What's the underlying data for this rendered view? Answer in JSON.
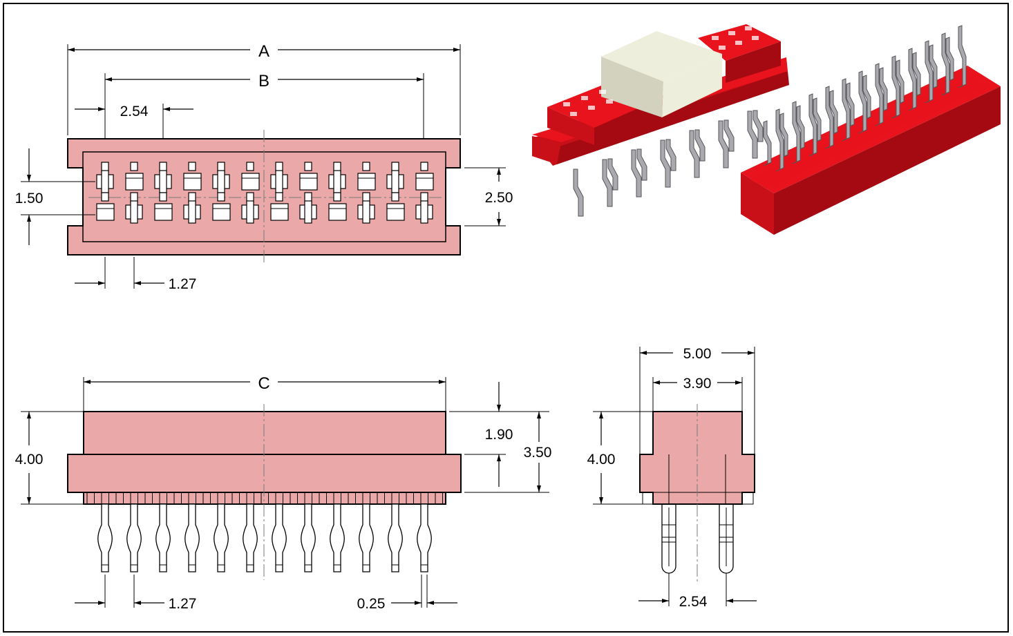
{
  "drawing": {
    "label_a": "A",
    "label_b": "B",
    "label_c": "C"
  },
  "top_view": {
    "pitch": "2.54",
    "row_offset": "1.50",
    "row_pitch": "2.50",
    "stagger": "1.27"
  },
  "front_view": {
    "height_total": "4.00",
    "height_upper": "1.90",
    "height_body": "3.50",
    "stagger": "1.27",
    "lead_width": "0.25"
  },
  "side_view": {
    "width_outer": "5.00",
    "width_inner": "3.90",
    "height": "4.00",
    "lead_pitch": "2.54"
  },
  "colors": {
    "body": "#eba8a8",
    "housing_red": "#e8131c",
    "cover_ivory": "#eeeedc",
    "contact_metal": "#a9a9ae"
  }
}
